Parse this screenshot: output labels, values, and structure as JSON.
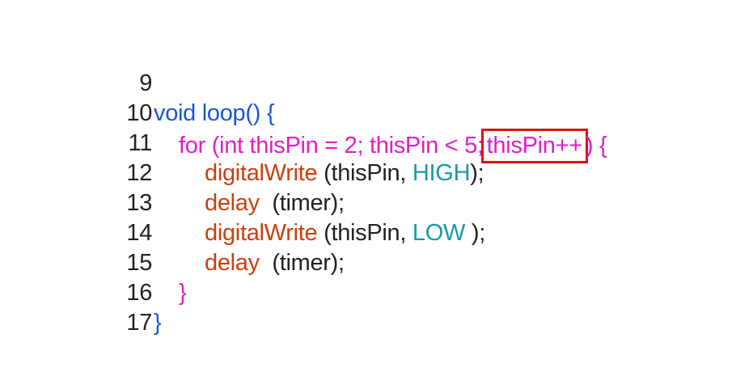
{
  "code": {
    "lines": [
      {
        "number": "9",
        "tokens": [
          "void loop() {"
        ]
      },
      {
        "number": "10",
        "tokens": [
          "for (int thisPin = 2; thisPin < 5;",
          "thisPin++",
          ")",
          "{"
        ]
      },
      {
        "number": "11",
        "tokens": [
          "digitalWrite",
          "(",
          "thisPin, ",
          "HIGH",
          ");"
        ]
      },
      {
        "number": "12",
        "tokens": [
          "delay",
          "(timer);"
        ]
      },
      {
        "number": "13",
        "tokens": [
          "digitalWrite",
          "(",
          "thisPin, ",
          "LOW",
          " );"
        ]
      },
      {
        "number": "14",
        "tokens": [
          "delay",
          "(timer);"
        ]
      },
      {
        "number": "15",
        "tokens": [
          "}"
        ]
      },
      {
        "number": "16",
        "tokens": [
          "}"
        ]
      },
      {
        "number": "17",
        "tokens": []
      }
    ]
  },
  "colors": {
    "keyword_blue": "#1a56d6",
    "loop_magenta": "#e01fc9",
    "function_orange": "#c8410e",
    "constant_teal": "#1a9aa6",
    "text_black": "#222222",
    "highlight_red": "#e01010"
  }
}
